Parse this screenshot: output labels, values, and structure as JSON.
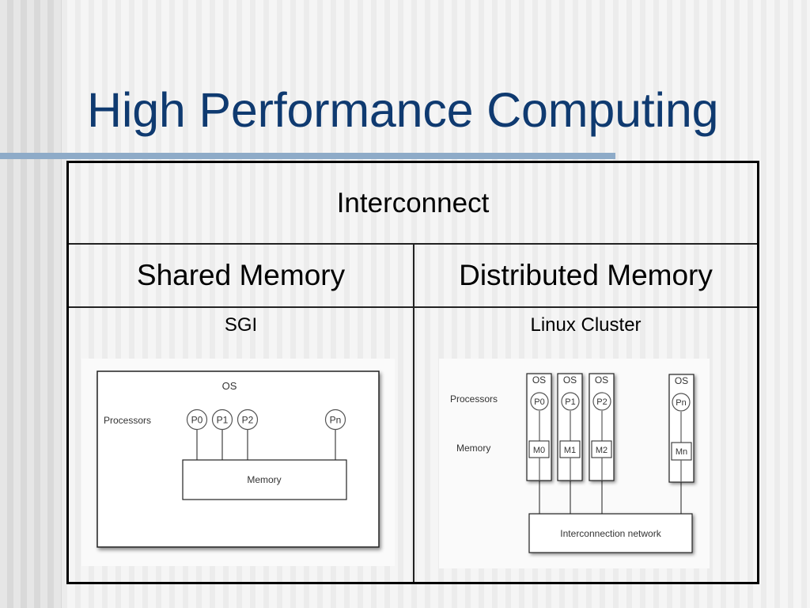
{
  "slide": {
    "title": "High Performance Computing",
    "colors": {
      "title": "#0f3a70",
      "title_rule": "#8eabc8",
      "table_border": "#000000"
    }
  },
  "table": {
    "top_row": "Interconnect",
    "columns": [
      {
        "header": "Shared Memory",
        "system": "SGI",
        "diagram": {
          "os_label": "OS",
          "row_label": "Processors",
          "processors": [
            "P0",
            "P1",
            "P2",
            "Pn"
          ],
          "memory_label": "Memory"
        }
      },
      {
        "header": "Distributed Memory",
        "system": "Linux Cluster",
        "diagram": {
          "row_labels": [
            "Processors",
            "Memory"
          ],
          "nodes": [
            {
              "os": "OS",
              "processor": "P0",
              "memory": "M0"
            },
            {
              "os": "OS",
              "processor": "P1",
              "memory": "M1"
            },
            {
              "os": "OS",
              "processor": "P2",
              "memory": "M2"
            },
            {
              "os": "OS",
              "processor": "Pn",
              "memory": "Mn"
            }
          ],
          "network_label": "Interconnection network"
        }
      }
    ]
  }
}
